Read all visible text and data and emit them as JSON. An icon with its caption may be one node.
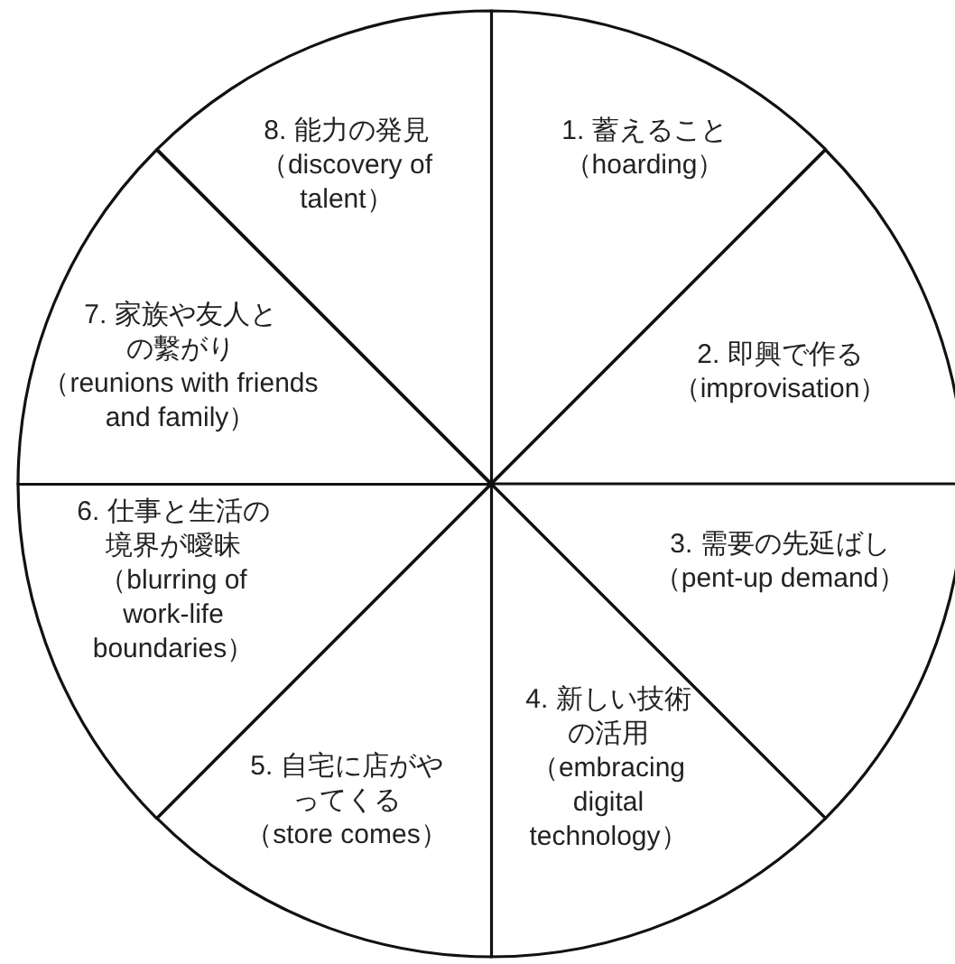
{
  "diagram": {
    "nodes": [
      {
        "text": [
          "1. 蓄えること",
          "（hoarding）"
        ]
      },
      {
        "text": [
          "2. 即興で作る",
          "（improvisation）"
        ]
      },
      {
        "text": [
          "3. 需要の先延ばし",
          "（pent-up demand）"
        ]
      },
      {
        "text": [
          "4. 新しい技術の活用",
          "（embracing digital technology）"
        ]
      },
      {
        "text": [
          "5. 自宅に店がやってくる",
          "（store comes）"
        ]
      },
      {
        "text": [
          "6. 仕事と生活の境界が曖昧",
          "（blurring of work-life boundaries）"
        ]
      },
      {
        "text": [
          "7. 家族や友人との繫がり",
          "（reunions with friends and family）"
        ]
      },
      {
        "text": [
          "8. 能力の発見",
          "（discovery of talent）"
        ]
      }
    ]
  }
}
